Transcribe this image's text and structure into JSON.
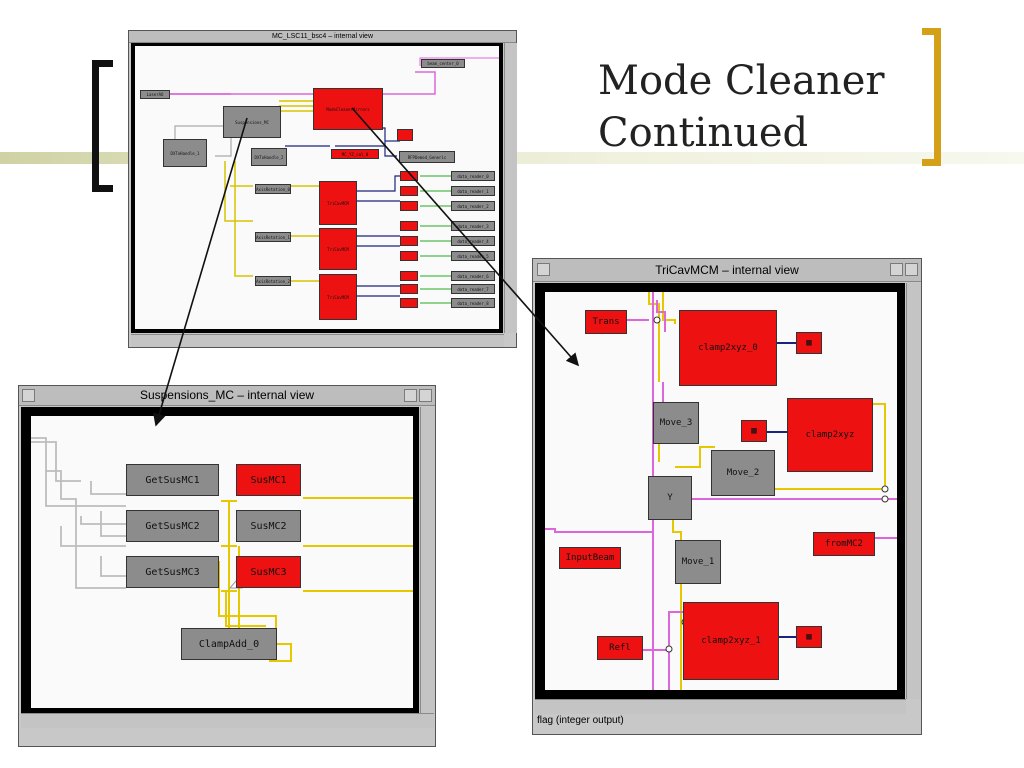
{
  "slide": {
    "title_line1": "Mode Cleaner",
    "title_line2": "Continued"
  },
  "top_window": {
    "title": "MC_LSC11_bsc4 – internal view",
    "blocks": {
      "laserin": "LaserAO",
      "suspensions": "Suspensions_MC",
      "modecleaner": "ModeCleanerMirrors",
      "beam_center": "beam_center_0",
      "dtohandle1": "DXToHandle_1",
      "dtohandle2": "DXToHandle_2",
      "mc_yz": "MC_YZ_cal_0",
      "rfpdemod": "RFPDemod_Generic",
      "axisrot0": "AxisRotation_0",
      "axisrot1": "AxisRotation_1",
      "axisrot2": "AxisRotation_2",
      "tricav1": "TriCavMCM",
      "tricav2": "TriCavMCM",
      "tricav3": "TriCavMCM",
      "data_readers": [
        "data_reader_0",
        "data_reader_1",
        "data_reader_2",
        "data_reader_3",
        "data_reader_4",
        "data_reader_5",
        "data_reader_6",
        "data_reader_7",
        "data_reader_8"
      ]
    }
  },
  "left_window": {
    "title": "Suspensions_MC – internal view",
    "blocks": {
      "get1": "GetSusMC1",
      "get2": "GetSusMC2",
      "get3": "GetSusMC3",
      "sus1": "SusMC1",
      "sus2": "SusMC2",
      "sus3": "SusMC3",
      "clamp": "ClampAdd_0"
    }
  },
  "right_window": {
    "title": "TriCavMCM – internal view",
    "status": "flag (integer output)",
    "blocks": {
      "trans": "Trans",
      "clamp0": "clamp2xyz_0",
      "move3": "Move_3",
      "clamp_mid": "clamp2xyz",
      "move2": "Move_2",
      "y": "Y",
      "inputbeam": "InputBeam",
      "frommc2": "fromMC2",
      "move1": "Move_1",
      "clamp1": "clamp2xyz_1",
      "refl": "Refl"
    }
  }
}
